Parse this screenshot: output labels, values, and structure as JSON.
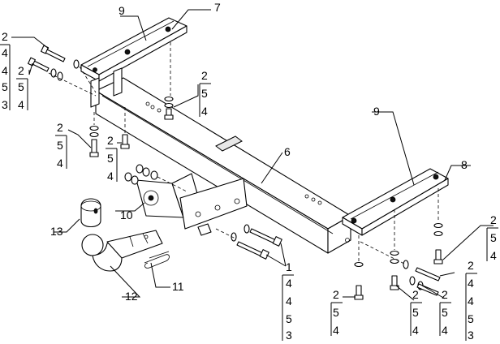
{
  "callouts": {
    "c2_a": "2",
    "c4_a": "4",
    "c4_b": "4",
    "c5_a": "5",
    "c3_a": "3",
    "c2_b": "2",
    "c5_b": "5",
    "c4_c": "4",
    "c2_c": "2",
    "c5_c": "5",
    "c4_d": "4",
    "c2_d": "2",
    "c5_d": "5",
    "c4_e": "4",
    "c2_e": "2",
    "c5_e": "5",
    "c4_f": "4",
    "c9_a": "9",
    "c7": "7",
    "c6": "6",
    "c9_b": "9",
    "c8": "8",
    "c13": "13",
    "c10": "10",
    "c12": "12",
    "c11": "11",
    "c1": "1",
    "c4_g": "4",
    "c4_h": "4",
    "c5_f": "5",
    "c3_b": "3",
    "c2_f": "2",
    "c5_g": "5",
    "c4_i": "4",
    "c2_g": "2",
    "c5_h": "5",
    "c4_j": "4",
    "c2_h": "2",
    "c5_i": "5",
    "c4_k": "4",
    "c2_i": "2",
    "c4_l": "4",
    "c4_m": "4",
    "c5_j": "5",
    "c3_c": "3",
    "c2_j": "2",
    "c5_k": "5",
    "c4_n": "4"
  }
}
